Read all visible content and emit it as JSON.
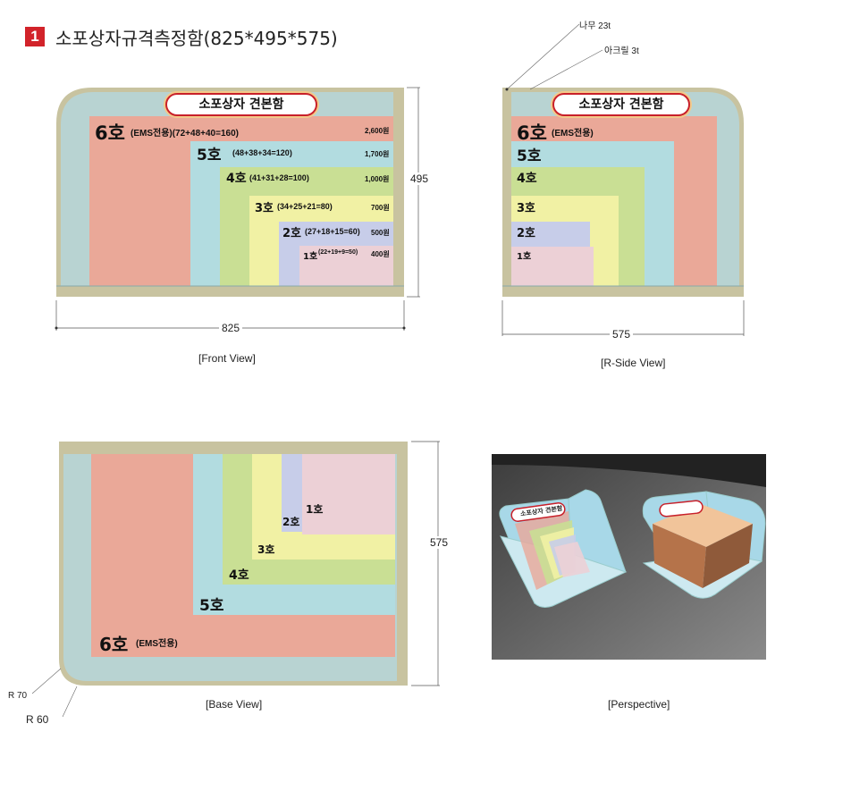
{
  "header": {
    "number": "1",
    "title": "소포상자규격측정함(825*495*575)"
  },
  "front": {
    "badge": "소포상자 견본함",
    "label": "[Front View]",
    "width_dim": "825",
    "height_dim": "495",
    "boxes": [
      {
        "name": "6호",
        "dims": "(EMS전용)(72+48+40=160)",
        "price": "2,600원"
      },
      {
        "name": "5호",
        "dims": "(48+38+34=120)",
        "price": "1,700원"
      },
      {
        "name": "4호",
        "dims": "(41+31+28=100)",
        "price": "1,000원"
      },
      {
        "name": "3호",
        "dims": "(34+25+21=80)",
        "price": "700원"
      },
      {
        "name": "2호",
        "dims": "(27+18+15=60)",
        "price": "500원"
      },
      {
        "name": "1호",
        "dims": "(22+19+9=50)",
        "price": "400원"
      }
    ]
  },
  "side": {
    "badge": "소포상자 견본함",
    "label": "[R-Side View]",
    "depth_dim": "575",
    "wood_note": "나무 23t",
    "acrylic_note": "아크릴 3t",
    "boxes": [
      {
        "name": "6호",
        "dims": "(EMS전용)"
      },
      {
        "name": "5호"
      },
      {
        "name": "4호"
      },
      {
        "name": "3호"
      },
      {
        "name": "2호"
      },
      {
        "name": "1호"
      }
    ]
  },
  "base": {
    "label": "[Base View]",
    "depth_dim": "575",
    "r70": "R 70",
    "r60": "R 60",
    "boxes": [
      {
        "name": "6호",
        "dims": "(EMS전용)"
      },
      {
        "name": "5호"
      },
      {
        "name": "4호"
      },
      {
        "name": "3호"
      },
      {
        "name": "2호"
      },
      {
        "name": "1호"
      }
    ]
  },
  "perspective": {
    "label": "[Perspective]",
    "badge": "소포상자 견본함"
  },
  "colors": {
    "frame": "#c8c3a0",
    "background_panel": "#b8d3d2",
    "box6": "#eaa898",
    "box5": "#b2dce0",
    "box4": "#c9df94",
    "box3": "#f1f1a4",
    "box2": "#c7cde9",
    "box1": "#ecd0d6",
    "accent": "#d2232a"
  }
}
